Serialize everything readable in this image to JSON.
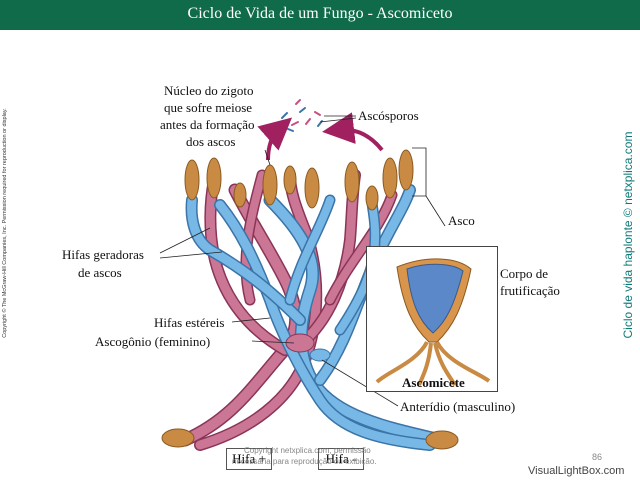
{
  "header": {
    "title": "Ciclo de Vida de um Fungo - Ascomiceto"
  },
  "labels": {
    "nucleo": [
      "Núcleo do zigoto",
      "que sofre meiose",
      "antes da formação",
      "dos ascos"
    ],
    "ascosporos": "Ascósporos",
    "asco": "Asco",
    "corpo": [
      "Corpo de",
      "frutificação"
    ],
    "hifas_geradoras": [
      "Hifas geradoras",
      "de ascos"
    ],
    "hifas_estereis": "Hifas estéreis",
    "ascogonio": "Ascogônio (feminino)",
    "anteridio": "Anterídio (masculino)",
    "ascomicete": "Ascomicete",
    "hifa_plus": "Hifa +",
    "hifa_minus": "Hifa -"
  },
  "side_text": "Ciclo de vida haplonte © netxplica.com",
  "copyright": "Copyright © The McGraw-Hill Companies, Inc. Permission required for reproduction or display.",
  "watermark": {
    "line1": "Copyright netxplica.com, permissão",
    "line2": "necessária para reprodução ou exibição."
  },
  "page_number": "86",
  "site": "VisualLightBox.com",
  "colors": {
    "header": "#0f6b4a",
    "blue_hypha": "#6aaee0",
    "pink_hypha": "#c86a8c",
    "ascus": "#c98a44",
    "side_text": "#0e7a78"
  }
}
